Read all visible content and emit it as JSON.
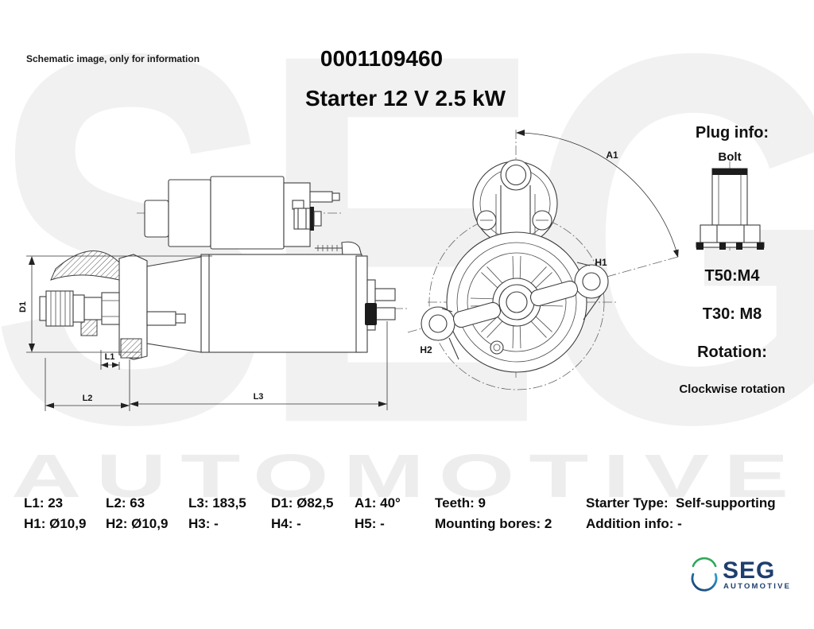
{
  "header": {
    "note": "Schematic image, only for information",
    "part_number": "0001109460",
    "product_title": "Starter 12 V 2.5 kW"
  },
  "watermark": {
    "word1": "SEG",
    "word2": "AUTOMOTIVE"
  },
  "plug_info": {
    "heading": "Plug info:",
    "plug_type": "Bolt",
    "terminal_1": "T50:M4",
    "terminal_2": "T30: M8",
    "rotation_heading": "Rotation:",
    "rotation_value": "Clockwise rotation"
  },
  "drawing": {
    "side_view_labels": {
      "d1": "D1",
      "l1": "L1",
      "l2": "L2",
      "l3": "L3"
    },
    "front_view_labels": {
      "a1": "A1",
      "h1": "H1",
      "h2": "H2"
    }
  },
  "specs": {
    "row1": [
      "L1: 23",
      "L2: 63",
      "L3: 183,5",
      "D1: Ø82,5",
      "A1: 40°",
      "Teeth: 9",
      "Starter Type:  Self-supporting"
    ],
    "row2": [
      "H1: Ø10,9",
      "H2: Ø10,9",
      "H3: -",
      "H4: -",
      "H5: -",
      "Mounting bores: 2",
      "Addition info: -"
    ]
  },
  "logo": {
    "name": "SEG",
    "subtitle": "AUTOMOTIVE",
    "colors": {
      "green": "#2fa85a",
      "blue_light": "#2e9fd0",
      "blue_dark": "#173a6d",
      "navy": "#1e3e6e"
    }
  }
}
